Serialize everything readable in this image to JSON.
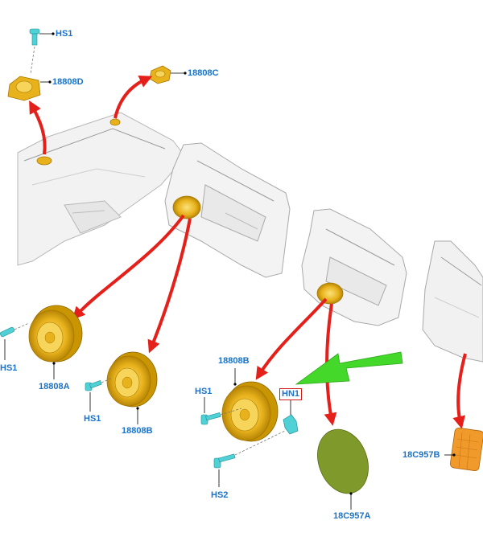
{
  "labels": {
    "hs1_top": "HS1",
    "p18808d": "18808D",
    "p18808c": "18808C",
    "hs1_left": "HS1",
    "p18808a": "18808A",
    "hs1_mid": "HS1",
    "p18808b_mid": "18808B",
    "p18808b_right": "18808B",
    "hs1_right": "HS1",
    "hn1": "HN1",
    "hs2": "HS2",
    "p18c957a": "18C957A",
    "p18c957b": "18C957B"
  },
  "colors": {
    "part_yellow": "#e8b21c",
    "part_yellow_dark": "#b98600",
    "screw_cyan": "#4fd1d6",
    "arrow_red": "#e5201b",
    "arrow_green": "#43d82a",
    "foam_green": "#7f9a2a",
    "pad_orange": "#f09a2c",
    "label_blue": "#1a73c9",
    "line_gray": "#9a9a9a"
  }
}
